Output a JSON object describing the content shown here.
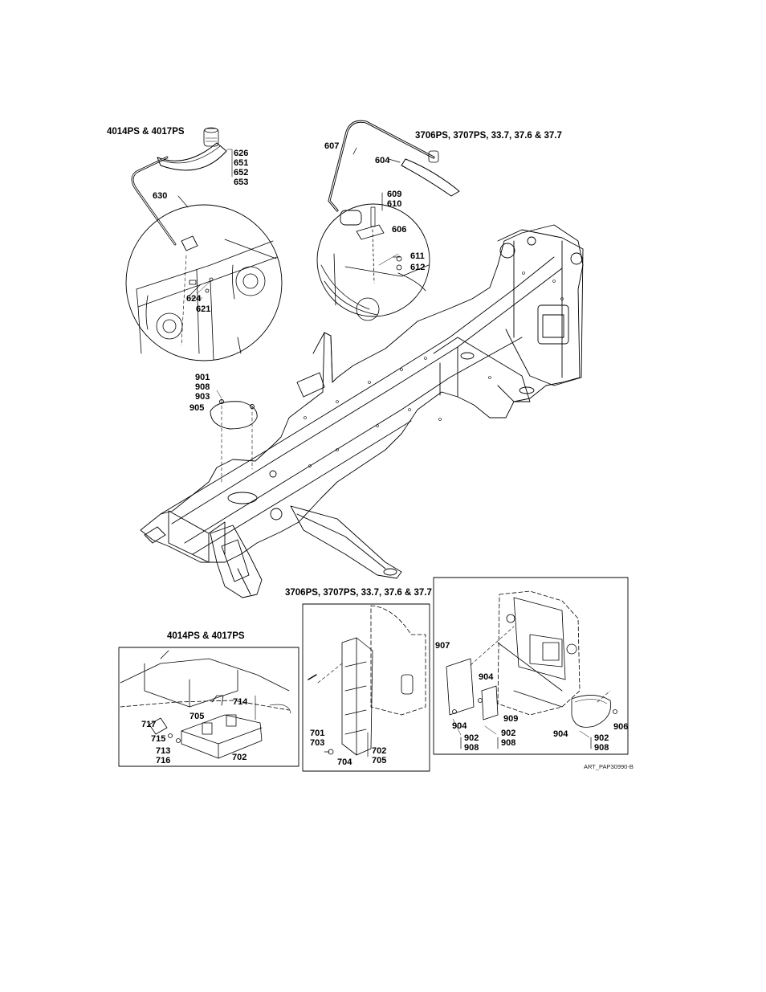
{
  "headers": {
    "top_left": "4014PS & 4017PS",
    "top_right": "3706PS, 3707PS, 33.7, 37.6 & 37.7",
    "bottom_left": "4014PS & 4017PS",
    "bottom_middle": "3706PS, 3707PS, 33.7, 37.6 & 37.7"
  },
  "callouts": {
    "c626": "626",
    "c651": "651",
    "c652": "652",
    "c653": "653",
    "c630": "630",
    "c624": "624",
    "c621": "621",
    "c607": "607",
    "c604": "604",
    "c609": "609",
    "c610": "610",
    "c606": "606",
    "c611": "611",
    "c612": "612",
    "c901": "901",
    "c908a": "908",
    "c903": "903",
    "c905": "905",
    "c717": "717",
    "c705a": "705",
    "c714": "714",
    "c715": "715",
    "c713": "713",
    "c716": "716",
    "c702a": "702",
    "c701": "701",
    "c703": "703",
    "c704": "704",
    "c702b": "702",
    "c705b": "705",
    "c907": "907",
    "c904a": "904",
    "c909": "909",
    "c904b": "904",
    "c902a": "902",
    "c908b": "908",
    "c902b": "902",
    "c908c": "908",
    "c904c": "904",
    "c902c": "902",
    "c908d": "908",
    "c906": "906"
  },
  "art_code": "ART_PAP30990-B"
}
